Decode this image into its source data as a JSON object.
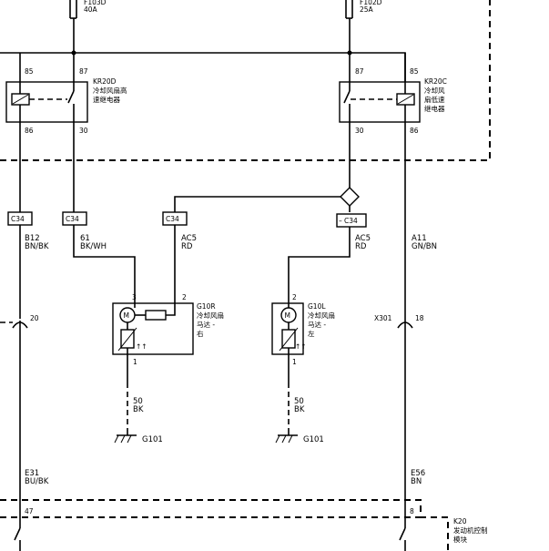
{
  "fuses": {
    "left": {
      "id": "F103D",
      "rating": "40A"
    },
    "right": {
      "id": "F102D",
      "rating": "25A"
    }
  },
  "relays": {
    "high": {
      "id": "KR20D",
      "name_lines": [
        "冷却风扇高",
        "速继电器"
      ],
      "pin_85": "85",
      "pin_87": "87",
      "pin_86": "86",
      "pin_30": "30"
    },
    "low": {
      "id": "KR20C",
      "name_lines": [
        "冷却风",
        "扇低速",
        "继电器"
      ],
      "pin_87": "87",
      "pin_85": "85",
      "pin_30": "30",
      "pin_86": "86"
    }
  },
  "connectors": {
    "c34_a": "C34",
    "c34_b": "C34",
    "c34_c": "C34",
    "c34_d": "C34",
    "c34_d_prefix": "–"
  },
  "wires": {
    "w1": {
      "circuit": "B12",
      "color": "BN/BK"
    },
    "w2": {
      "circuit": "61",
      "color": "BK/WH"
    },
    "w3": {
      "circuit": "AC5",
      "color": "RD"
    },
    "w4": {
      "circuit": "AC5",
      "color": "RD"
    },
    "w5": {
      "circuit": "A11",
      "color": "GN/BN"
    },
    "gnd_right": {
      "circuit": "50",
      "color": "BK"
    },
    "gnd_left": {
      "circuit": "50",
      "color": "BK"
    },
    "ecm_left": {
      "circuit": "E31",
      "color": "BU/BK"
    },
    "ecm_right": {
      "circuit": "E56",
      "color": "BN"
    }
  },
  "motors": {
    "right": {
      "id": "G10R",
      "name_lines": [
        "冷却风扇",
        "马达 -",
        "右"
      ],
      "pin_3": "3",
      "pin_2": "2",
      "pin_1": "1",
      "m": "M"
    },
    "left": {
      "id": "G10L",
      "name_lines": [
        "冷却风扇",
        "马达 -",
        "左"
      ],
      "pin_2": "2",
      "pin_1": "1",
      "m": "M"
    }
  },
  "grounds": {
    "g1": "G101",
    "g2": "G101"
  },
  "inline": {
    "x301": "X301",
    "pin_20": "20",
    "pin_18": "18"
  },
  "ecm": {
    "id": "K20",
    "name_lines": [
      "发动机控制",
      "模块"
    ],
    "pin_47": "47",
    "pin_8": "8"
  }
}
